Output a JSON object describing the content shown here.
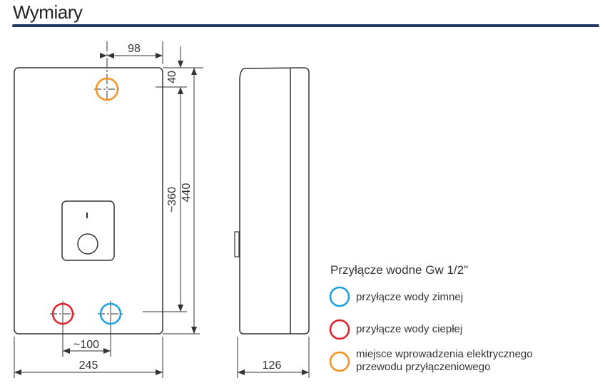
{
  "title": "Wymiary",
  "dimensions": {
    "top_offset": "98",
    "top_margin": "40",
    "connection_spacing_vertical": "~360",
    "height": "440",
    "connection_spacing_horizontal": "~100",
    "width": "245",
    "depth": "126"
  },
  "legend": {
    "title": "Przyłącze wodne  Gw 1/2\"",
    "items": [
      {
        "label": "przyłącze wody zimnej",
        "color": "#1ba1e2"
      },
      {
        "label": "przyłącze wody ciepłej",
        "color": "#e2202a"
      },
      {
        "label_line1": "miejsce wprowadzenia elektrycznego",
        "label_line2": "przewodu przyłączeniowego",
        "color": "#f39220"
      }
    ]
  },
  "colors": {
    "rule": "#1f3864",
    "outline": "#333333"
  }
}
